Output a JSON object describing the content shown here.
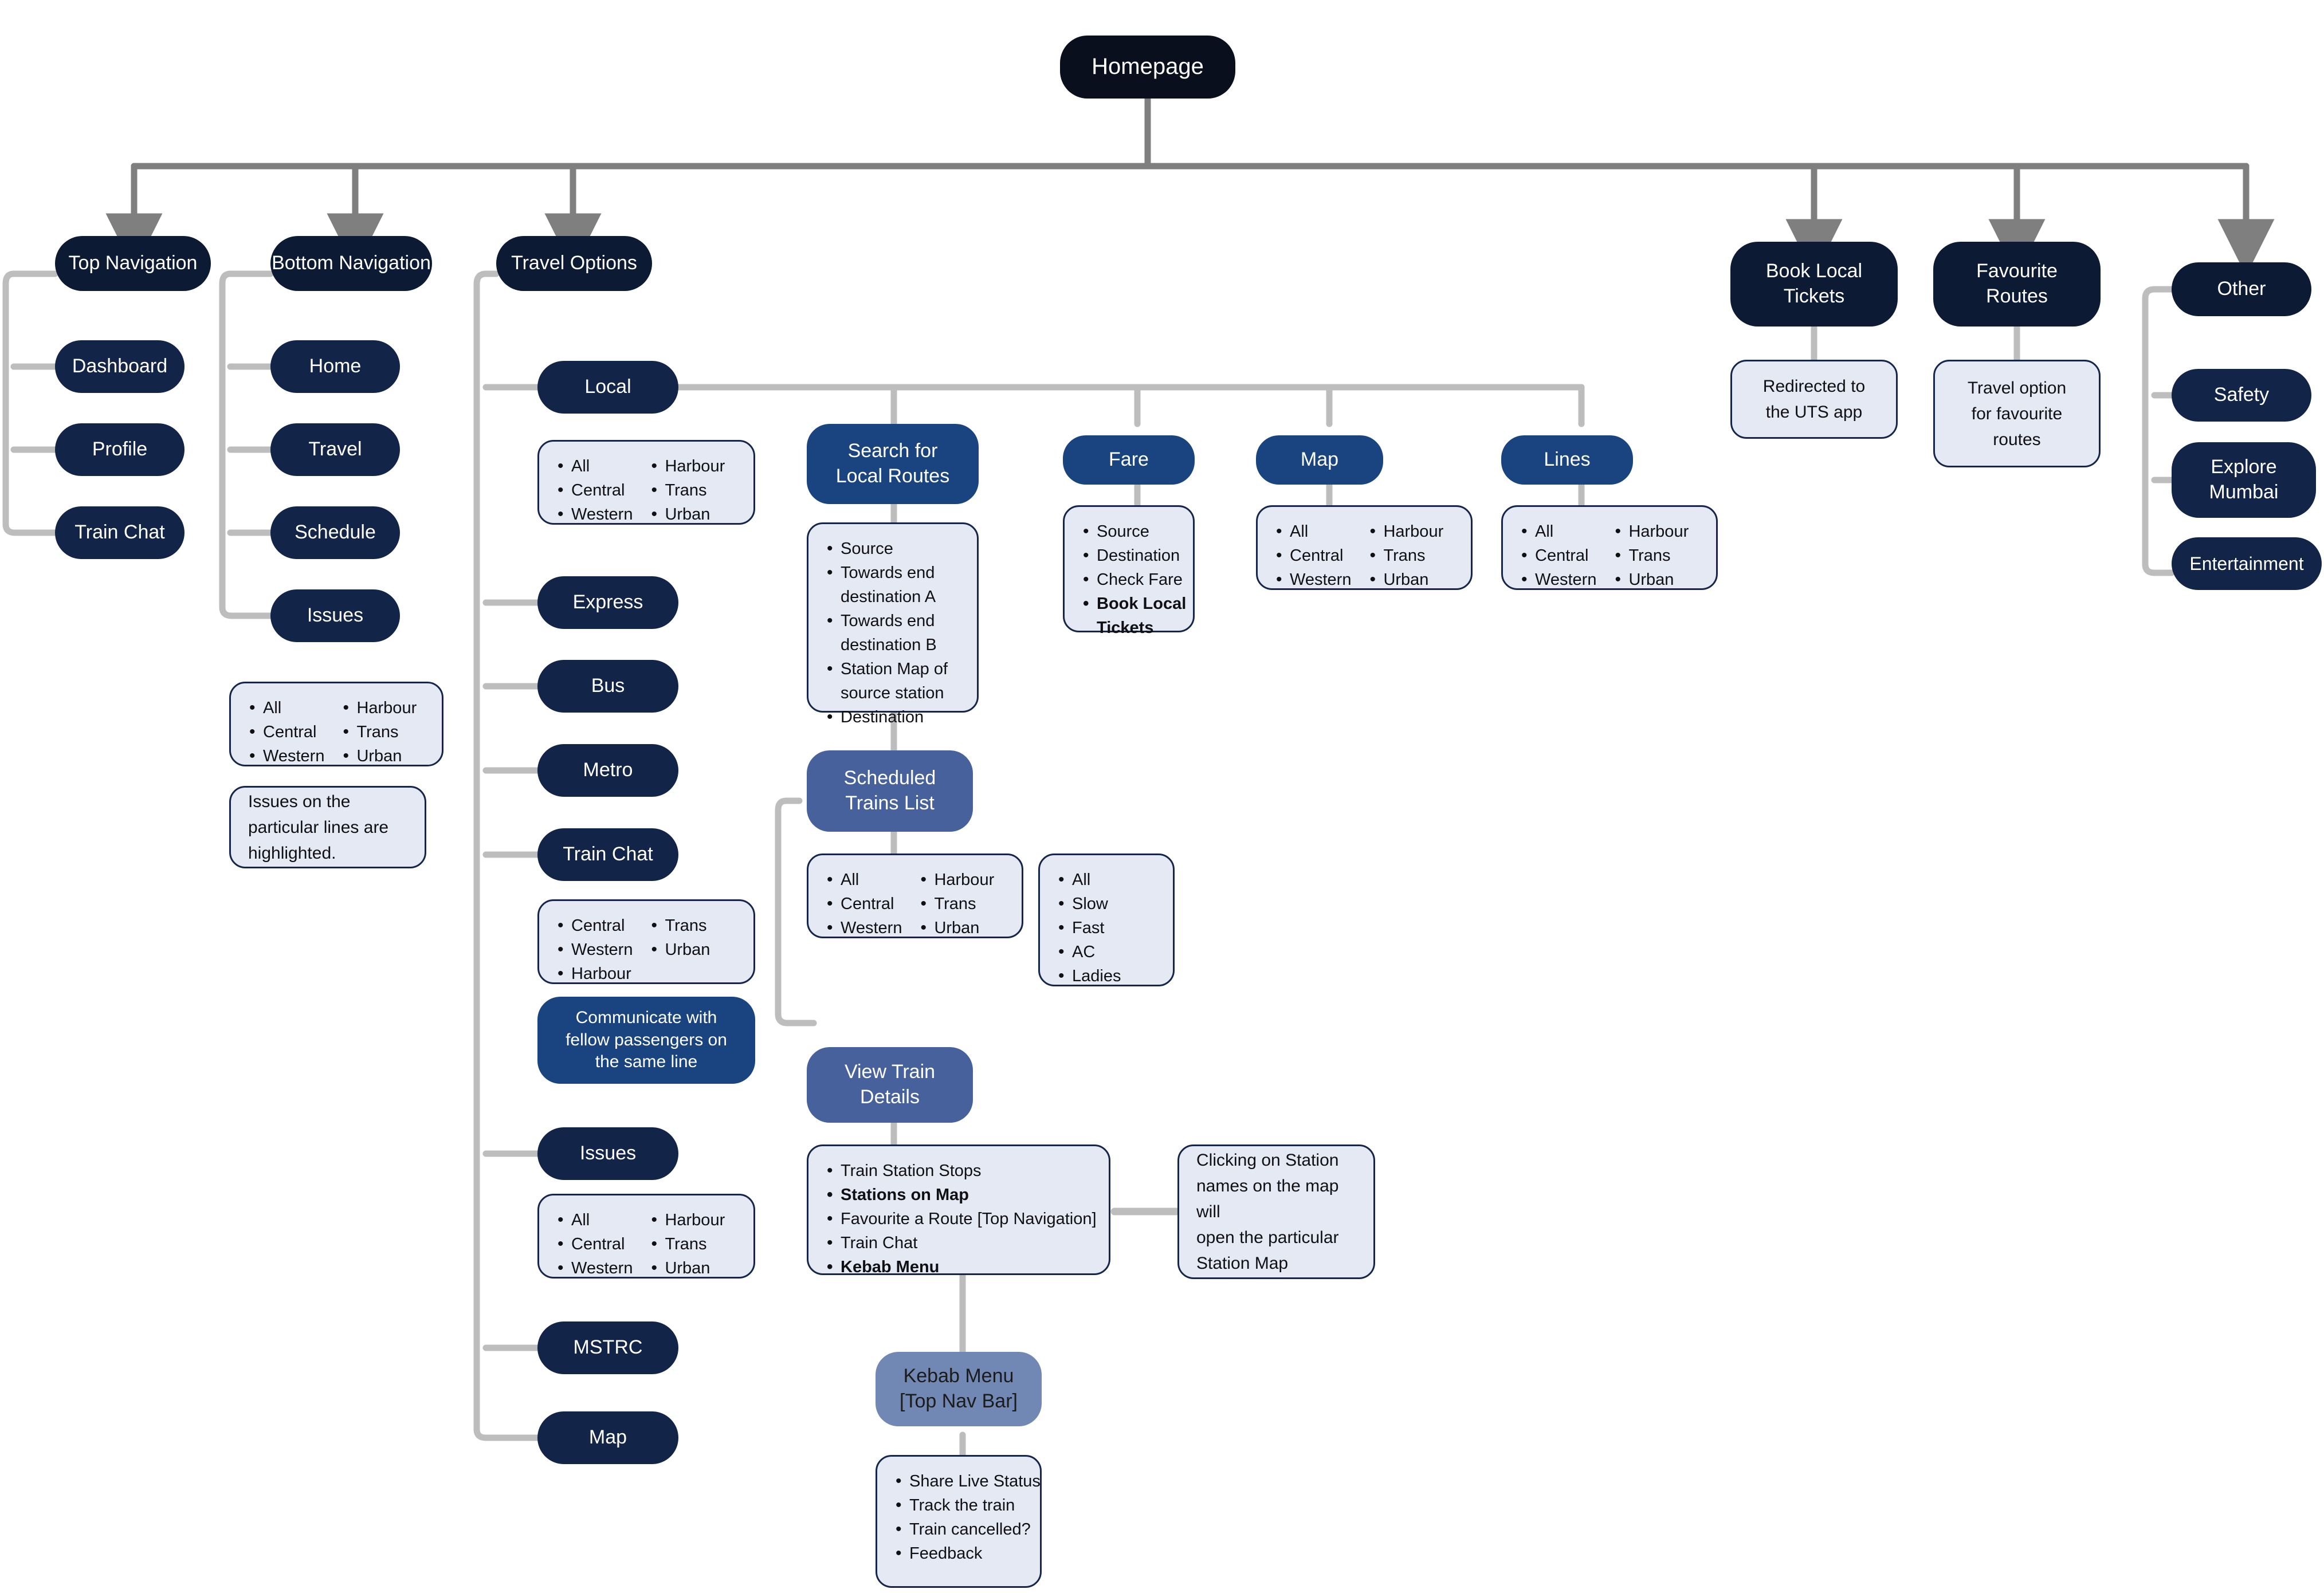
{
  "diagram": {
    "title": "Mumbai Local Travel App - Sitemap Flowchart",
    "colors": {
      "root": "#0a0f1e",
      "level1": "#0c1a33",
      "level2": "#122447",
      "accent_blue": "#1a4480",
      "accent_blue_mid": "#46619c",
      "accent_blue_light": "#7288b4",
      "card_bg": "#e4e9f4",
      "card_border": "#16264a",
      "connector_main": "#7f7f7f",
      "connector_sub": "#bdbdbd"
    }
  },
  "root": {
    "label": "Homepage"
  },
  "top_navigation": {
    "label": "Top Navigation",
    "children": [
      {
        "label": "Dashboard"
      },
      {
        "label": "Profile"
      },
      {
        "label": "Train Chat"
      }
    ]
  },
  "bottom_navigation": {
    "label": "Bottom Navigation",
    "children": [
      {
        "label": "Home"
      },
      {
        "label": "Travel"
      },
      {
        "label": "Schedule"
      },
      {
        "label": "Issues"
      }
    ],
    "lines_card": {
      "colA": [
        "All",
        "Central",
        "Western"
      ],
      "colB": [
        "Harbour",
        "Trans",
        "Urban"
      ]
    },
    "note": "Issues on the\nparticular lines are\nhighlighted."
  },
  "travel_options": {
    "label": "Travel Options",
    "children": [
      {
        "label": "Local"
      },
      {
        "label": "Express"
      },
      {
        "label": "Bus"
      },
      {
        "label": "Metro"
      },
      {
        "label": "Train Chat"
      },
      {
        "label": "Issues"
      },
      {
        "label": "MSTRC"
      },
      {
        "label": "Map"
      }
    ],
    "local_lines_card": {
      "colA": [
        "All",
        "Central",
        "Western"
      ],
      "colB": [
        "Harbour",
        "Trans",
        "Urban"
      ]
    },
    "trainchat_lines_card": {
      "colA": [
        "Central",
        "Western",
        "Harbour"
      ],
      "colB": [
        "Trans",
        "Urban"
      ]
    },
    "trainchat_note": "Communicate with\nfellow passengers on\nthe same line",
    "issues_lines_card": {
      "colA": [
        "All",
        "Central",
        "Western"
      ],
      "colB": [
        "Harbour",
        "Trans",
        "Urban"
      ]
    }
  },
  "local_branches": {
    "search": {
      "label": "Search for\nLocal Routes",
      "items": [
        {
          "text": "Source",
          "bold": false
        },
        {
          "text": "Towards end destination A",
          "bold": false
        },
        {
          "text": "Towards end destination B",
          "bold": false
        },
        {
          "text": "Station Map of source station",
          "bold": false
        },
        {
          "text": "Destination",
          "bold": false
        }
      ]
    },
    "fare": {
      "label": "Fare",
      "items": [
        {
          "text": "Source",
          "bold": false
        },
        {
          "text": "Destination",
          "bold": false
        },
        {
          "text": "Check Fare",
          "bold": false
        },
        {
          "text": "Book Local Tickets",
          "bold": true
        }
      ]
    },
    "map": {
      "label": "Map",
      "card": {
        "colA": [
          "All",
          "Central",
          "Western"
        ],
        "colB": [
          "Harbour",
          "Trans",
          "Urban"
        ]
      }
    },
    "lines": {
      "label": "Lines",
      "card": {
        "colA": [
          "All",
          "Central",
          "Western"
        ],
        "colB": [
          "Harbour",
          "Trans",
          "Urban"
        ]
      }
    }
  },
  "scheduled": {
    "label": "Scheduled\nTrains List",
    "lines_card": {
      "colA": [
        "All",
        "Central",
        "Western"
      ],
      "colB": [
        "Harbour",
        "Trans",
        "Urban"
      ]
    },
    "types_card": {
      "items": [
        "All",
        "Slow",
        "Fast",
        "AC",
        "Ladies"
      ]
    }
  },
  "view_train_details": {
    "label": "View Train\nDetails",
    "items": [
      {
        "text": "Train Station Stops",
        "bold": false
      },
      {
        "text": "Stations on Map",
        "bold": true
      },
      {
        "text": "Favourite a Route [Top Navigation]",
        "bold": false
      },
      {
        "text": "Train Chat",
        "bold": false
      },
      {
        "text": "Kebab Menu",
        "bold": true
      }
    ],
    "side_note": "Clicking on Station\nnames on the map will\nopen the particular\nStation Map"
  },
  "kebab_menu": {
    "label": "Kebab Menu\n[Top Nav Bar]",
    "items": [
      "Share Live Status",
      "Track the train",
      "Train cancelled?",
      "Feedback"
    ]
  },
  "book_local_tickets": {
    "label": "Book Local\nTickets",
    "note": "Redirected to\nthe UTS app"
  },
  "favourite_routes": {
    "label": "Favourite\nRoutes",
    "note": "Travel option\nfor favourite\nroutes"
  },
  "other": {
    "label": "Other",
    "children": [
      {
        "label": "Safety"
      },
      {
        "label": "Explore\nMumbai"
      },
      {
        "label": "Entertainment"
      }
    ]
  }
}
